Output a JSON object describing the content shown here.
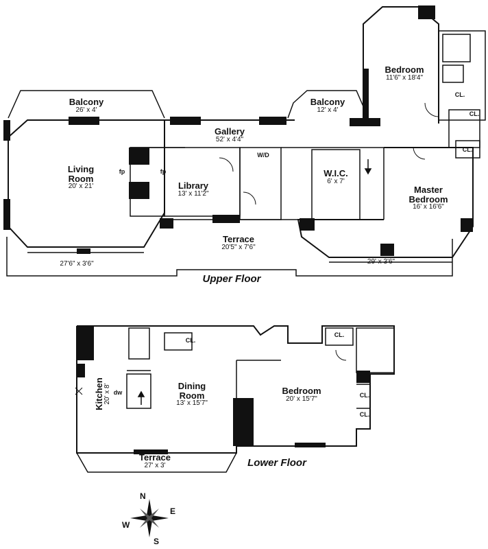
{
  "upper_floor": {
    "caption": "Upper Floor",
    "rooms": [
      {
        "name": "Bedroom",
        "dims": "11'6\" x 18'4\""
      },
      {
        "name": "Balcony",
        "dims": "26' x 4'"
      },
      {
        "name": "Balcony",
        "dims": "12' x 4'"
      },
      {
        "name": "Gallery",
        "dims": "52' x 4'4\""
      },
      {
        "name": "Living Room",
        "name_lines": [
          "Living",
          "Room"
        ],
        "dims": "20' x 21'"
      },
      {
        "name": "Library",
        "dims": "13' x 11'2\""
      },
      {
        "name": "W.I.C.",
        "dims": "6' x 7'"
      },
      {
        "name": "Master Bedroom",
        "name_lines": [
          "Master",
          "Bedroom"
        ],
        "dims": "16' x 16'6\""
      },
      {
        "name": "Terrace",
        "dims": "20'5\" x 7'6\""
      }
    ],
    "terrace_dims": [
      "27'6\" x 3'6\"",
      "29' x 3'6\""
    ],
    "fixtures": {
      "closet": "CL.",
      "washer_dryer": "W/D",
      "fireplace": "fp"
    }
  },
  "lower_floor": {
    "caption": "Lower Floor",
    "rooms": [
      {
        "name": "Kitchen",
        "dims": "20' x 8'"
      },
      {
        "name": "Dining Room",
        "name_lines": [
          "Dining",
          "Room"
        ],
        "dims": "13' x 15'7\""
      },
      {
        "name": "Bedroom",
        "dims": "20' x 15'7\""
      },
      {
        "name": "Terrace",
        "dims": "27' x 3'"
      }
    ],
    "fixtures": {
      "closet": "CL.",
      "dishwasher": "dw"
    }
  },
  "compass": {
    "n": "N",
    "s": "S",
    "e": "E",
    "w": "W"
  }
}
